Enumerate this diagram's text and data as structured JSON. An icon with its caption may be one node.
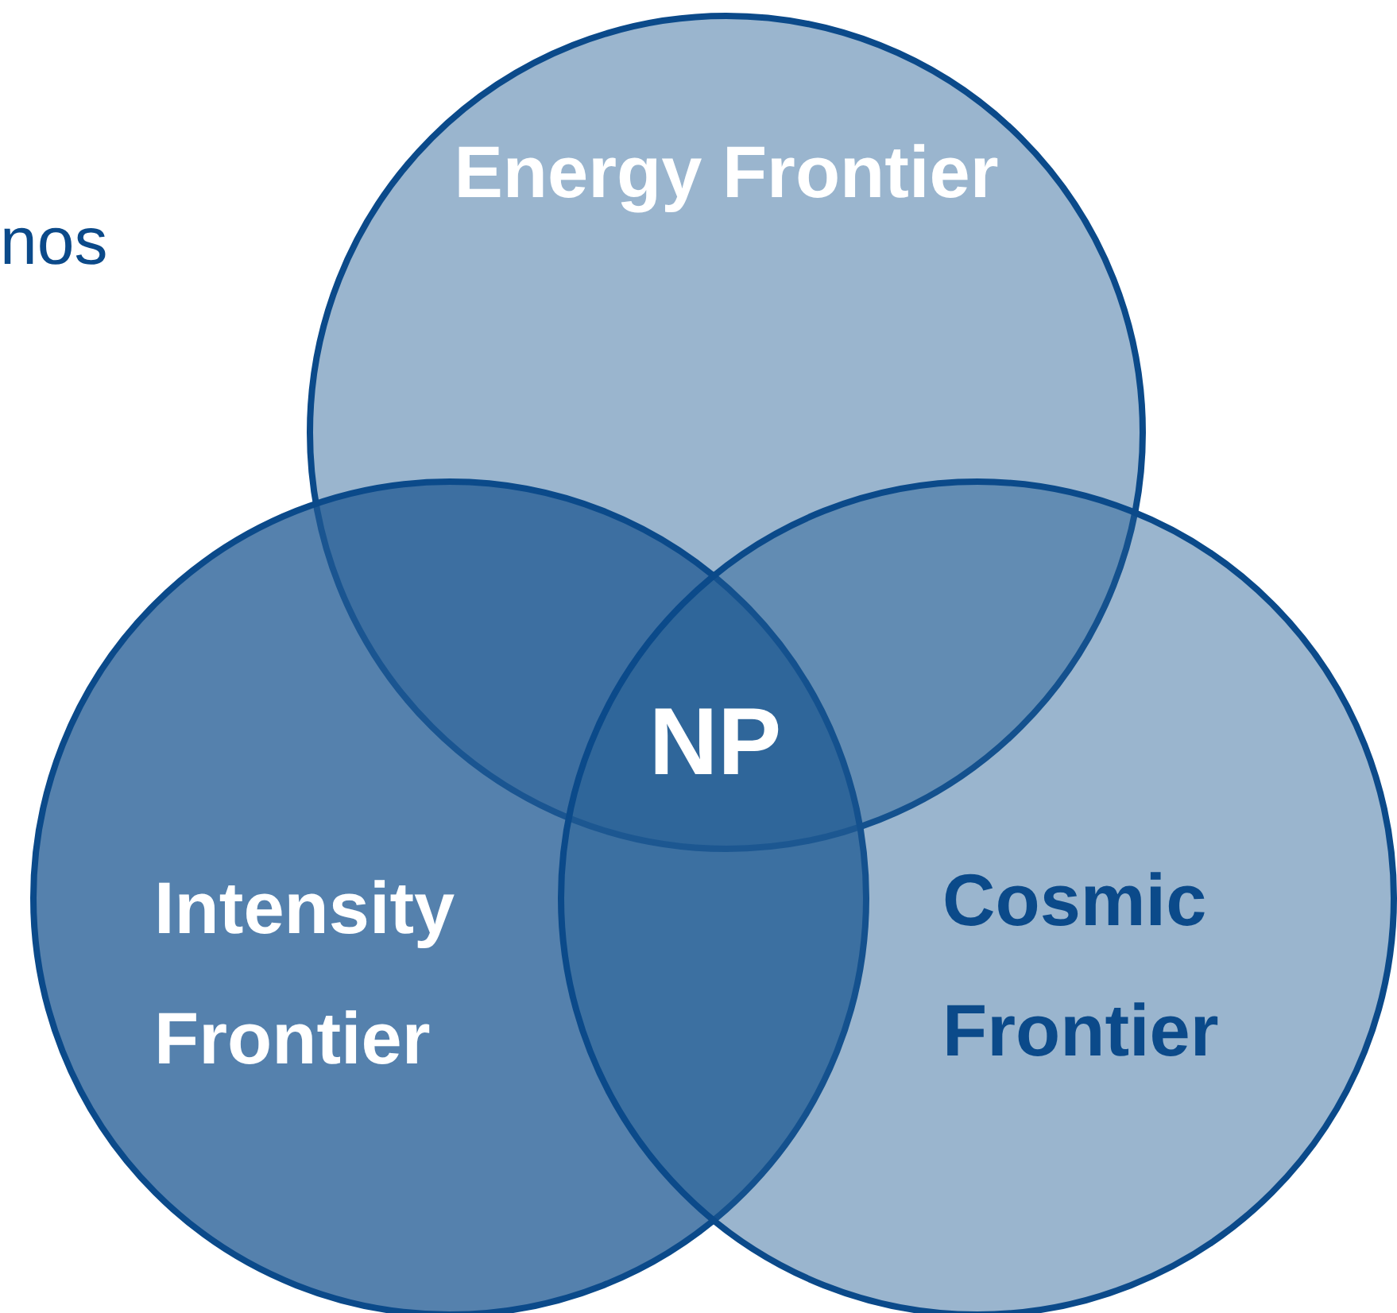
{
  "diagram": {
    "nodes": [
      {
        "text": [
          "Energy Frontier"
        ]
      },
      {
        "text": [
          "Intensity Frontier"
        ]
      },
      {
        "text": [
          "Cosmic Frontier"
        ]
      }
    ],
    "labels": [
      "nos",
      "NP"
    ]
  }
}
